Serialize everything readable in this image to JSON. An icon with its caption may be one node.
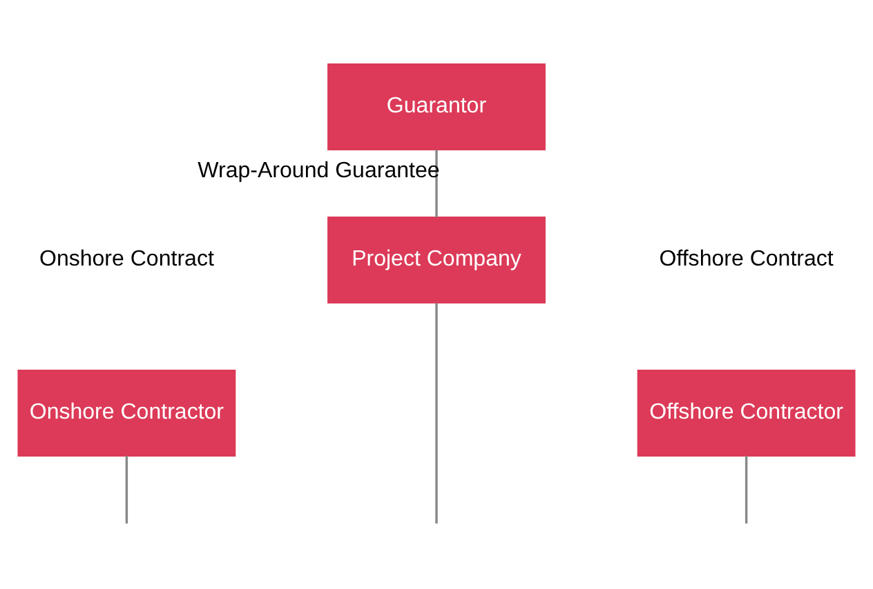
{
  "diagram": {
    "nodes": [
      {
        "text": [
          "Guarantor"
        ]
      },
      {
        "text": [
          "Project Company"
        ]
      },
      {
        "text": [
          "Onshore Contractor"
        ]
      },
      {
        "text": [
          "Offshore Contractor"
        ]
      }
    ],
    "edges": [
      {
        "from": 0,
        "to": 1,
        "arrow": "none",
        "label": "Wrap-Around Guarantee"
      },
      {
        "from": 1,
        "to": null,
        "arrow": "none"
      },
      {
        "from": 2,
        "to": null,
        "arrow": "none"
      },
      {
        "from": 3,
        "to": null,
        "arrow": "none"
      }
    ],
    "labels": [
      "Onshore Contract",
      "Offshore Contract"
    ]
  }
}
